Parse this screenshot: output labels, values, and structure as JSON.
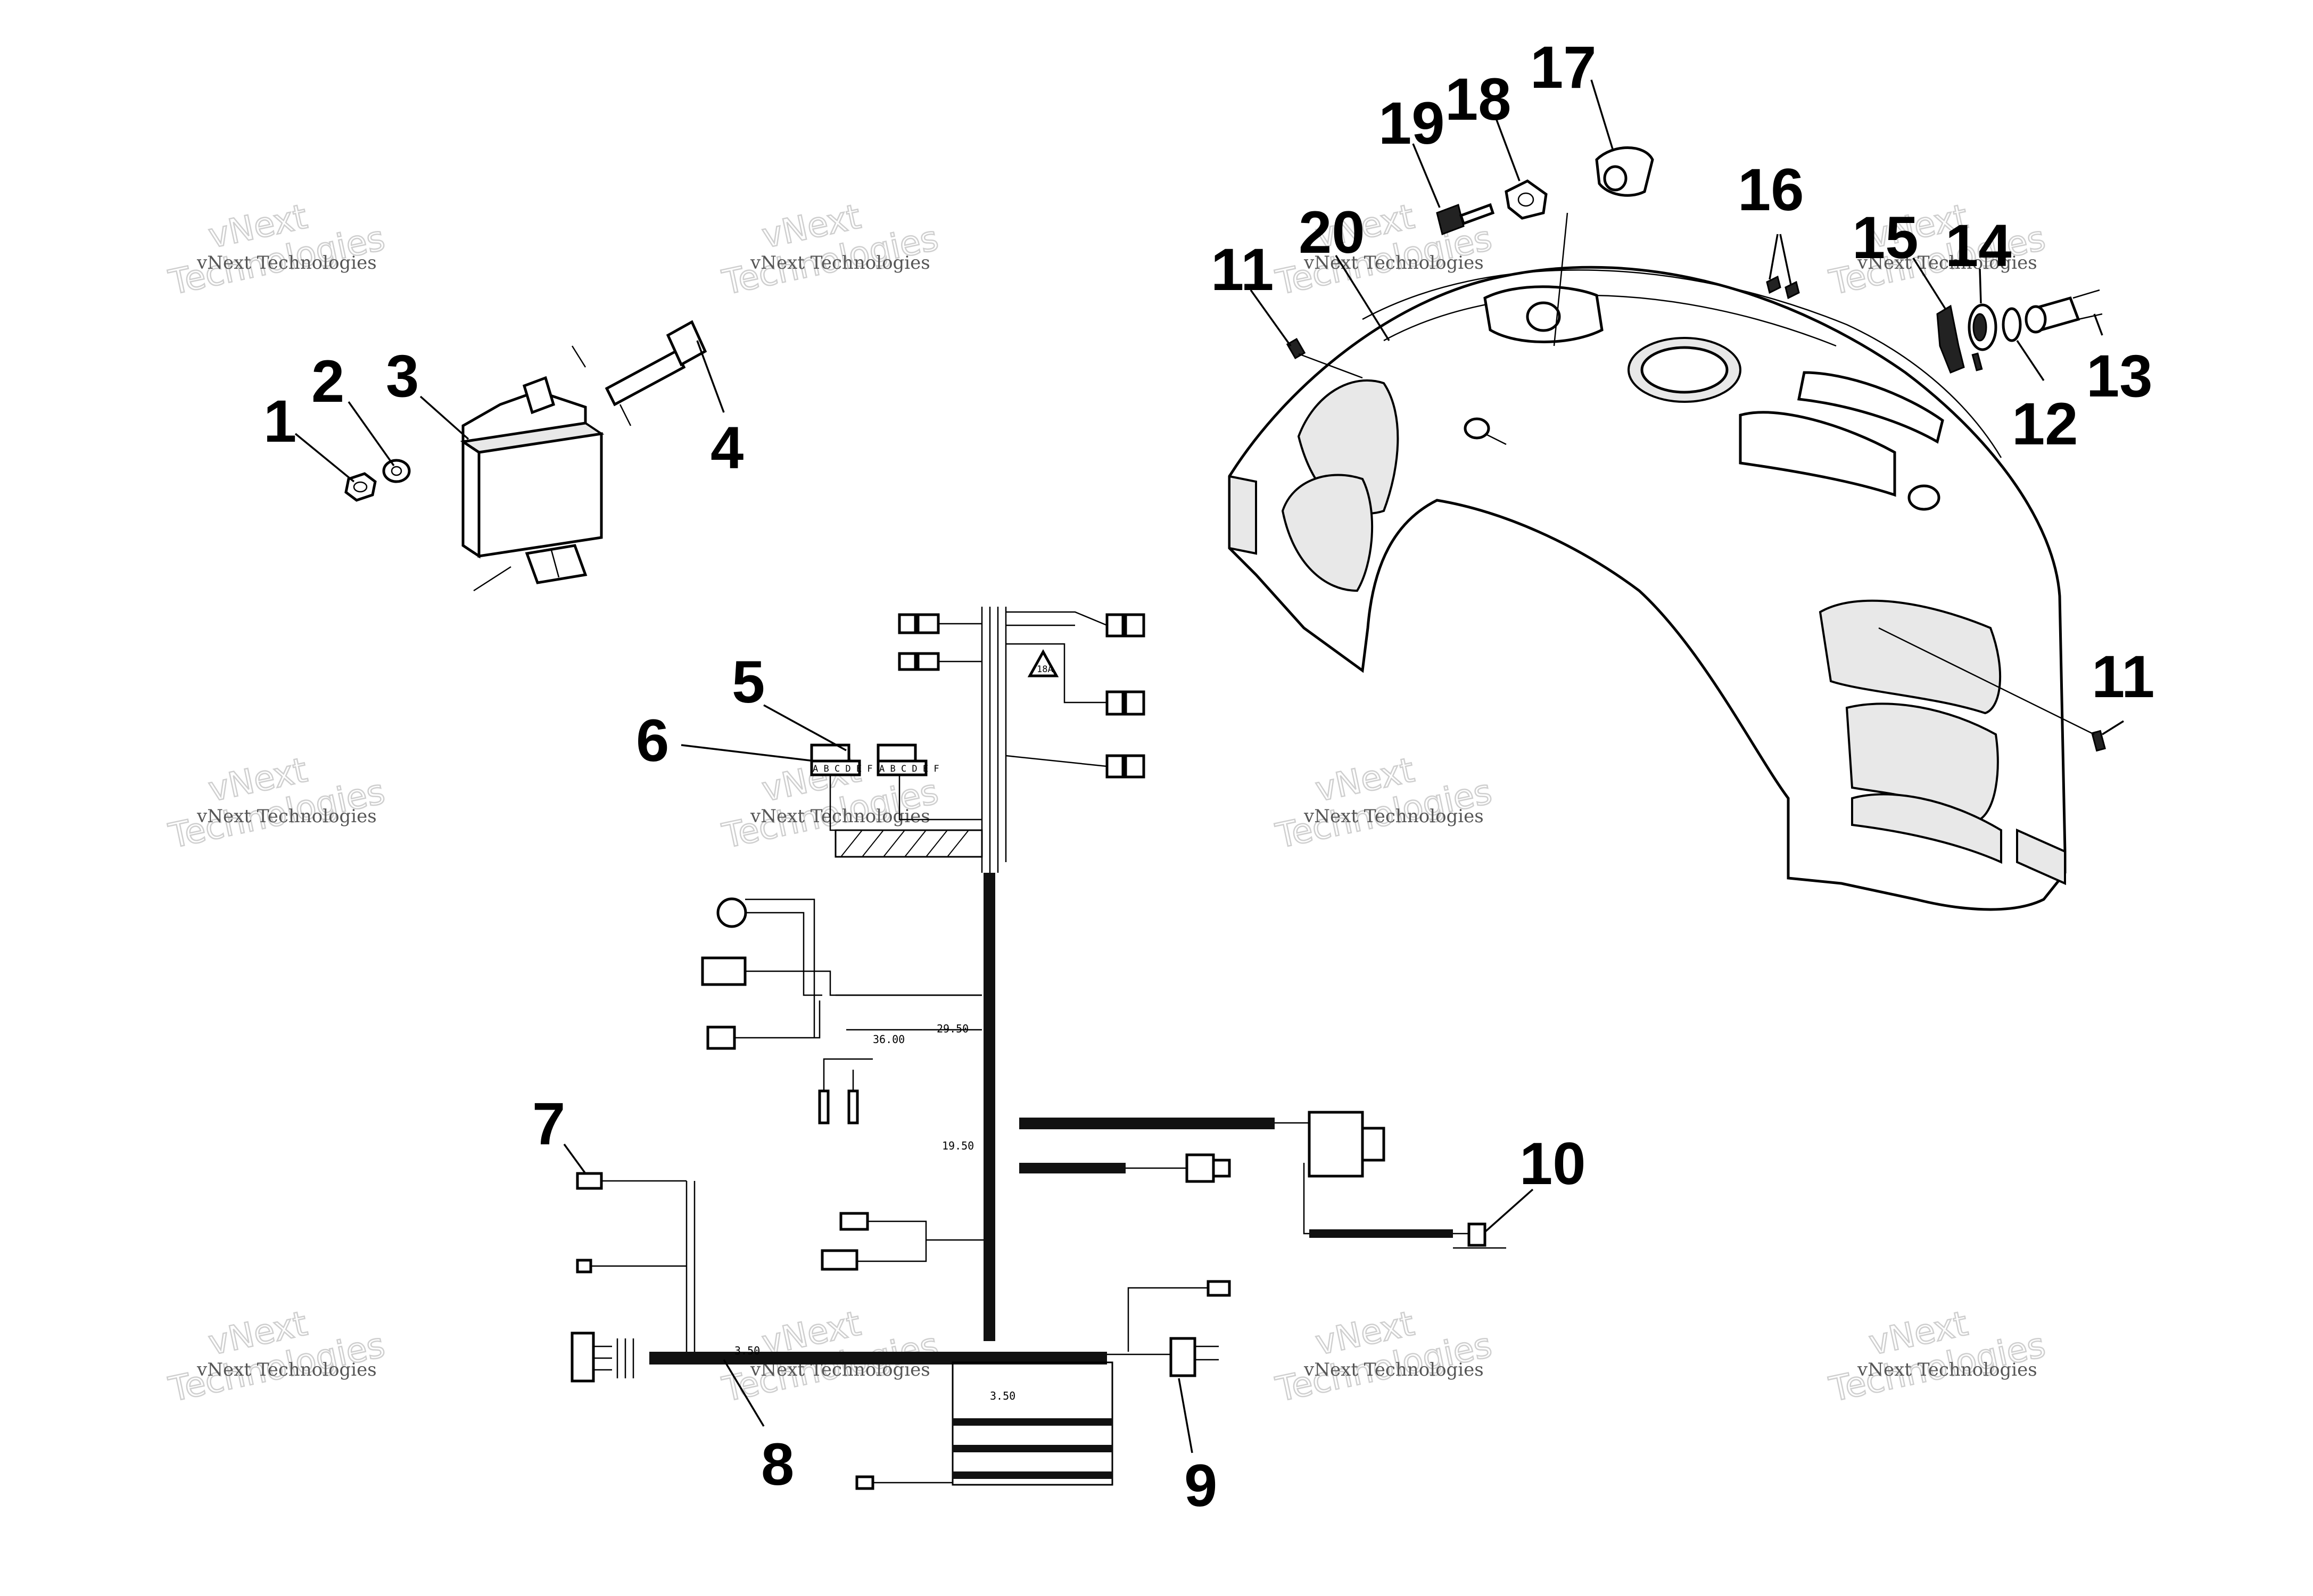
{
  "callouts": {
    "c1": "1",
    "c2": "2",
    "c3": "3",
    "c4": "4",
    "c5": "5",
    "c6": "6",
    "c7": "7",
    "c8": "8",
    "c9": "9",
    "c10": "10",
    "c11a": "11",
    "c11b": "11",
    "c12": "12",
    "c13": "13",
    "c14": "14",
    "c15": "15",
    "c16": "16",
    "c17": "17",
    "c18": "18",
    "c19": "19",
    "c20": "20"
  },
  "watermark": {
    "brand": "vNext",
    "line1": "vNext Technologies",
    "line2": "Technologies"
  },
  "dimensions": {
    "d1": "36.00",
    "d2": "29.50",
    "d3": "19.50",
    "d4": "3.50",
    "d5": "3.50"
  },
  "harness": {
    "conn6_pins": "A B C D E F",
    "conn5_pins": "A B C D E F",
    "warning_label": "18A"
  }
}
